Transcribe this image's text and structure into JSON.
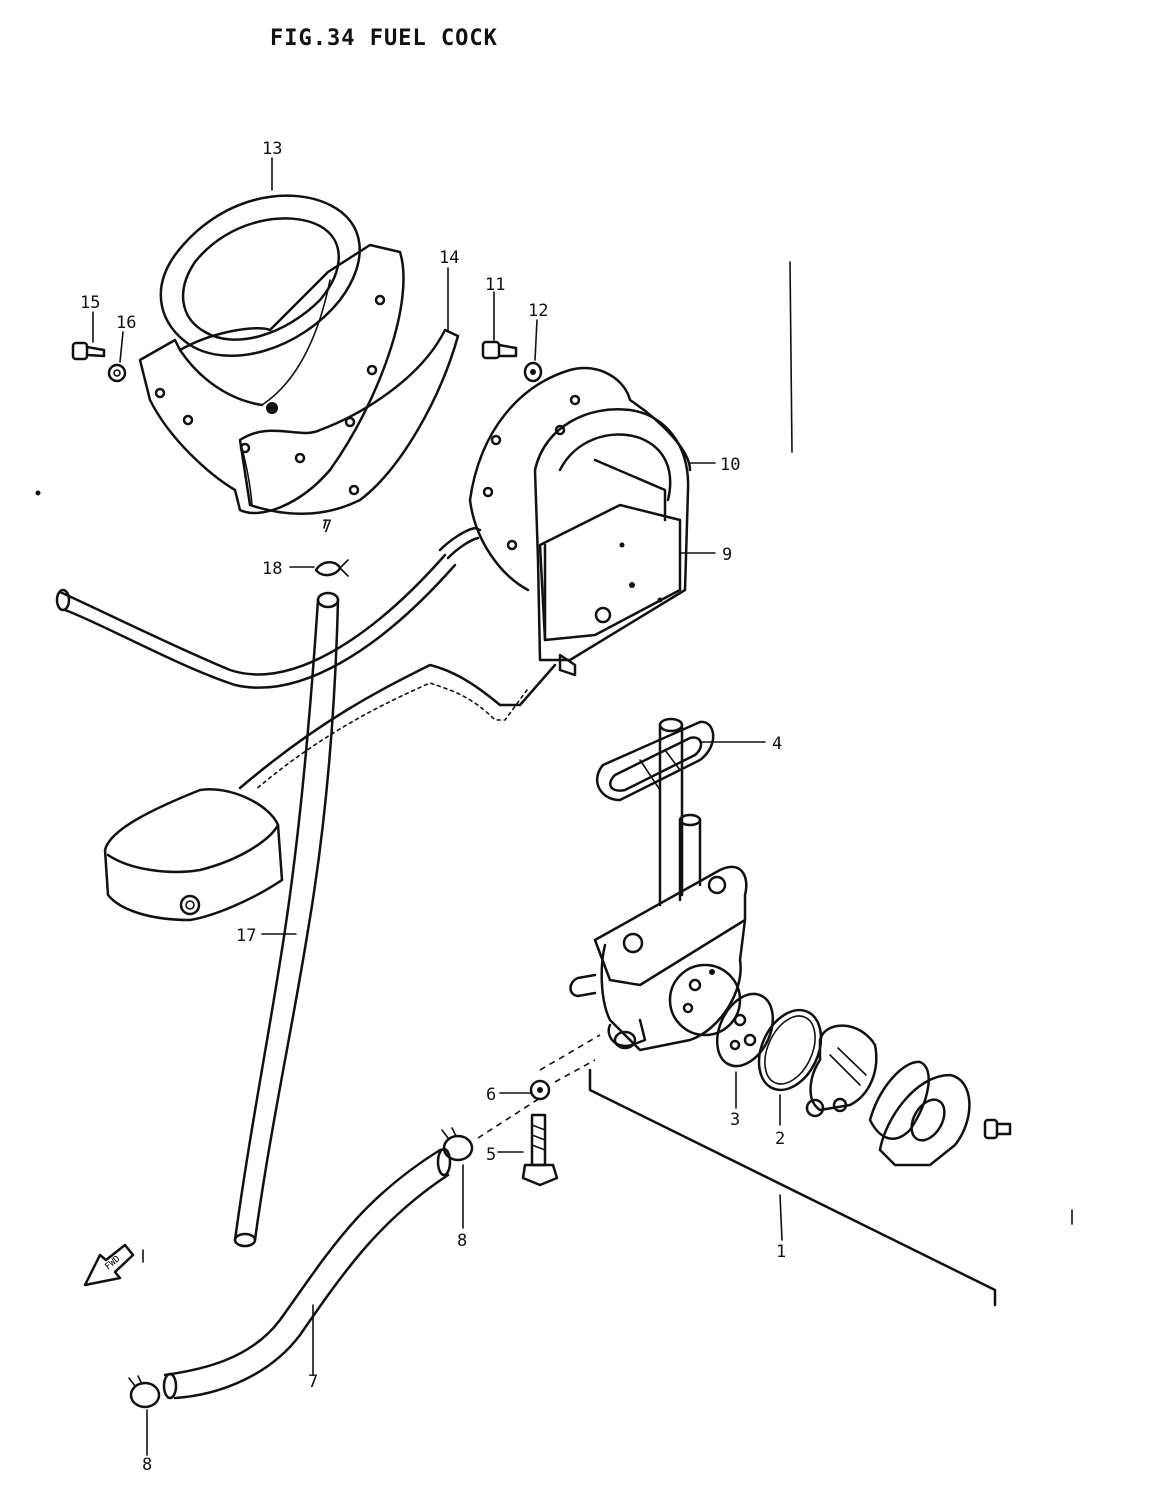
{
  "title": "FIG.34  FUEL COCK",
  "callouts": {
    "p1": "1",
    "p2": "2",
    "p3": "3",
    "p4": "4",
    "p5": "5",
    "p6": "6",
    "p7a": "7",
    "p7b": "7",
    "p8a": "8",
    "p8b": "8",
    "p9": "9",
    "p10": "10",
    "p11": "11",
    "p12": "12",
    "p13": "13",
    "p14": "14",
    "p15": "15",
    "p16": "16",
    "p17": "17",
    "p18": "18"
  },
  "front_arrow_label": "FWD"
}
